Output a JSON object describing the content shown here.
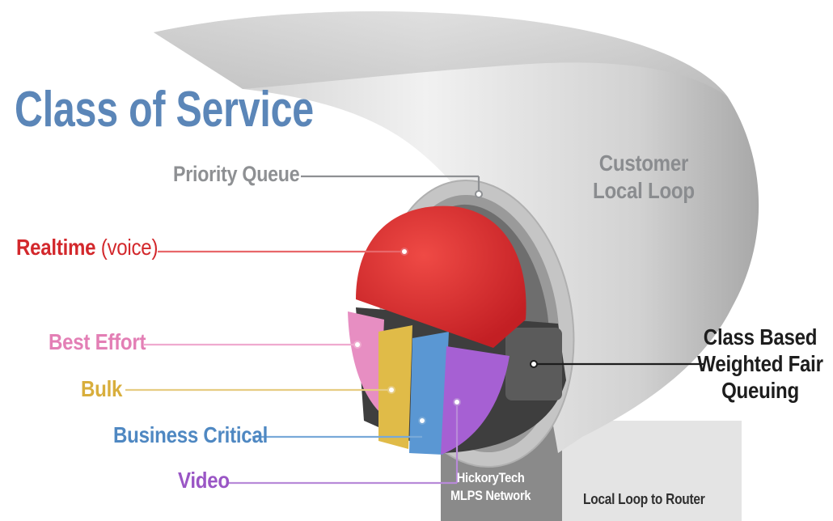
{
  "title": "Class of Service",
  "labels": {
    "priority_queue": "Priority Queue",
    "realtime": "Realtime",
    "realtime_suffix": "(voice)",
    "best_effort": "Best Effort",
    "bulk": "Bulk",
    "business_critical": "Business Critical",
    "video": "Video",
    "customer_line1": "Customer",
    "customer_line2": "Local Loop",
    "cbwfq_line1": "Class Based",
    "cbwfq_line2": "Weighted Fair",
    "cbwfq_line3": "Queuing",
    "hickory_line1": "HickoryTech",
    "hickory_line2": "MLPS Network",
    "local_loop_router": "Local Loop to Router"
  },
  "colors": {
    "title": "#5b86b8",
    "realtime": "#d3282c",
    "best_effort": "#e37fb5",
    "bulk": "#d8ae3c",
    "business_critical": "#4f88c2",
    "video": "#9a56c5",
    "gray_label": "#8e9093"
  }
}
